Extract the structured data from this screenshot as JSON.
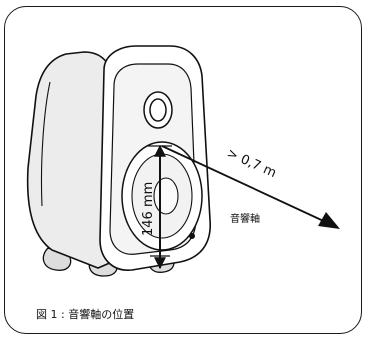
{
  "figure": {
    "caption": "図 1 : 音響軸の位置",
    "dimension_label": "146 mm",
    "distance_label": "> 0,7 m",
    "axis_label": "音響軸"
  },
  "colors": {
    "line": "#111111",
    "background": "#ffffff",
    "speaker_shade": "#e6e6e6"
  }
}
